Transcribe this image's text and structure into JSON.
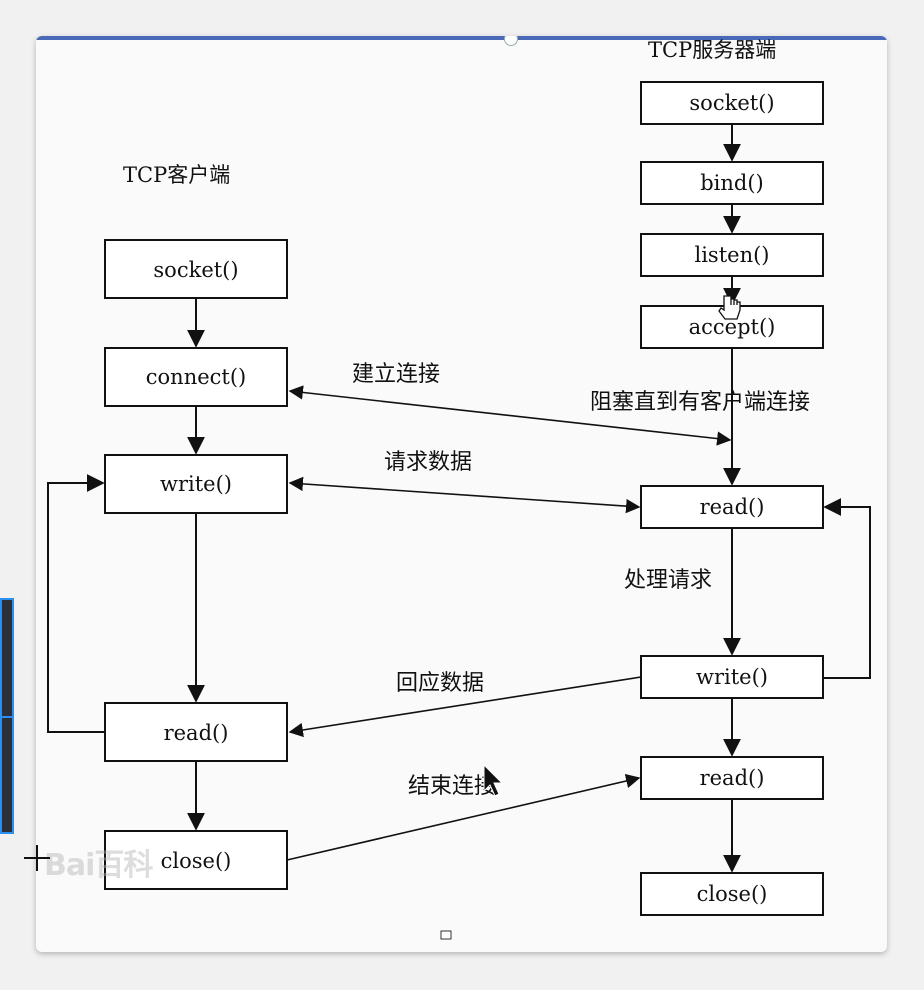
{
  "diagram": {
    "client_title": "TCP客户端",
    "server_title": "TCP服务器端",
    "client": {
      "socket": "socket()",
      "connect": "connect()",
      "write": "write()",
      "read": "read()",
      "close": "close()"
    },
    "server": {
      "socket": "socket()",
      "bind": "bind()",
      "listen": "listen()",
      "accept": "accept()",
      "read1": "read()",
      "write": "write()",
      "read2": "read()",
      "close": "close()"
    },
    "labels": {
      "establish": "建立连接",
      "blocking": "阻塞直到有客户端连接",
      "request_data": "请求数据",
      "process_request": "处理请求",
      "reply_data": "回应数据",
      "end_connection": "结束连接"
    },
    "colors": {
      "line": "#111111",
      "box_fill": "#ffffff",
      "accent": "#4a69b8",
      "selection": "#2a8ff0"
    }
  },
  "watermark": "Bai百科"
}
